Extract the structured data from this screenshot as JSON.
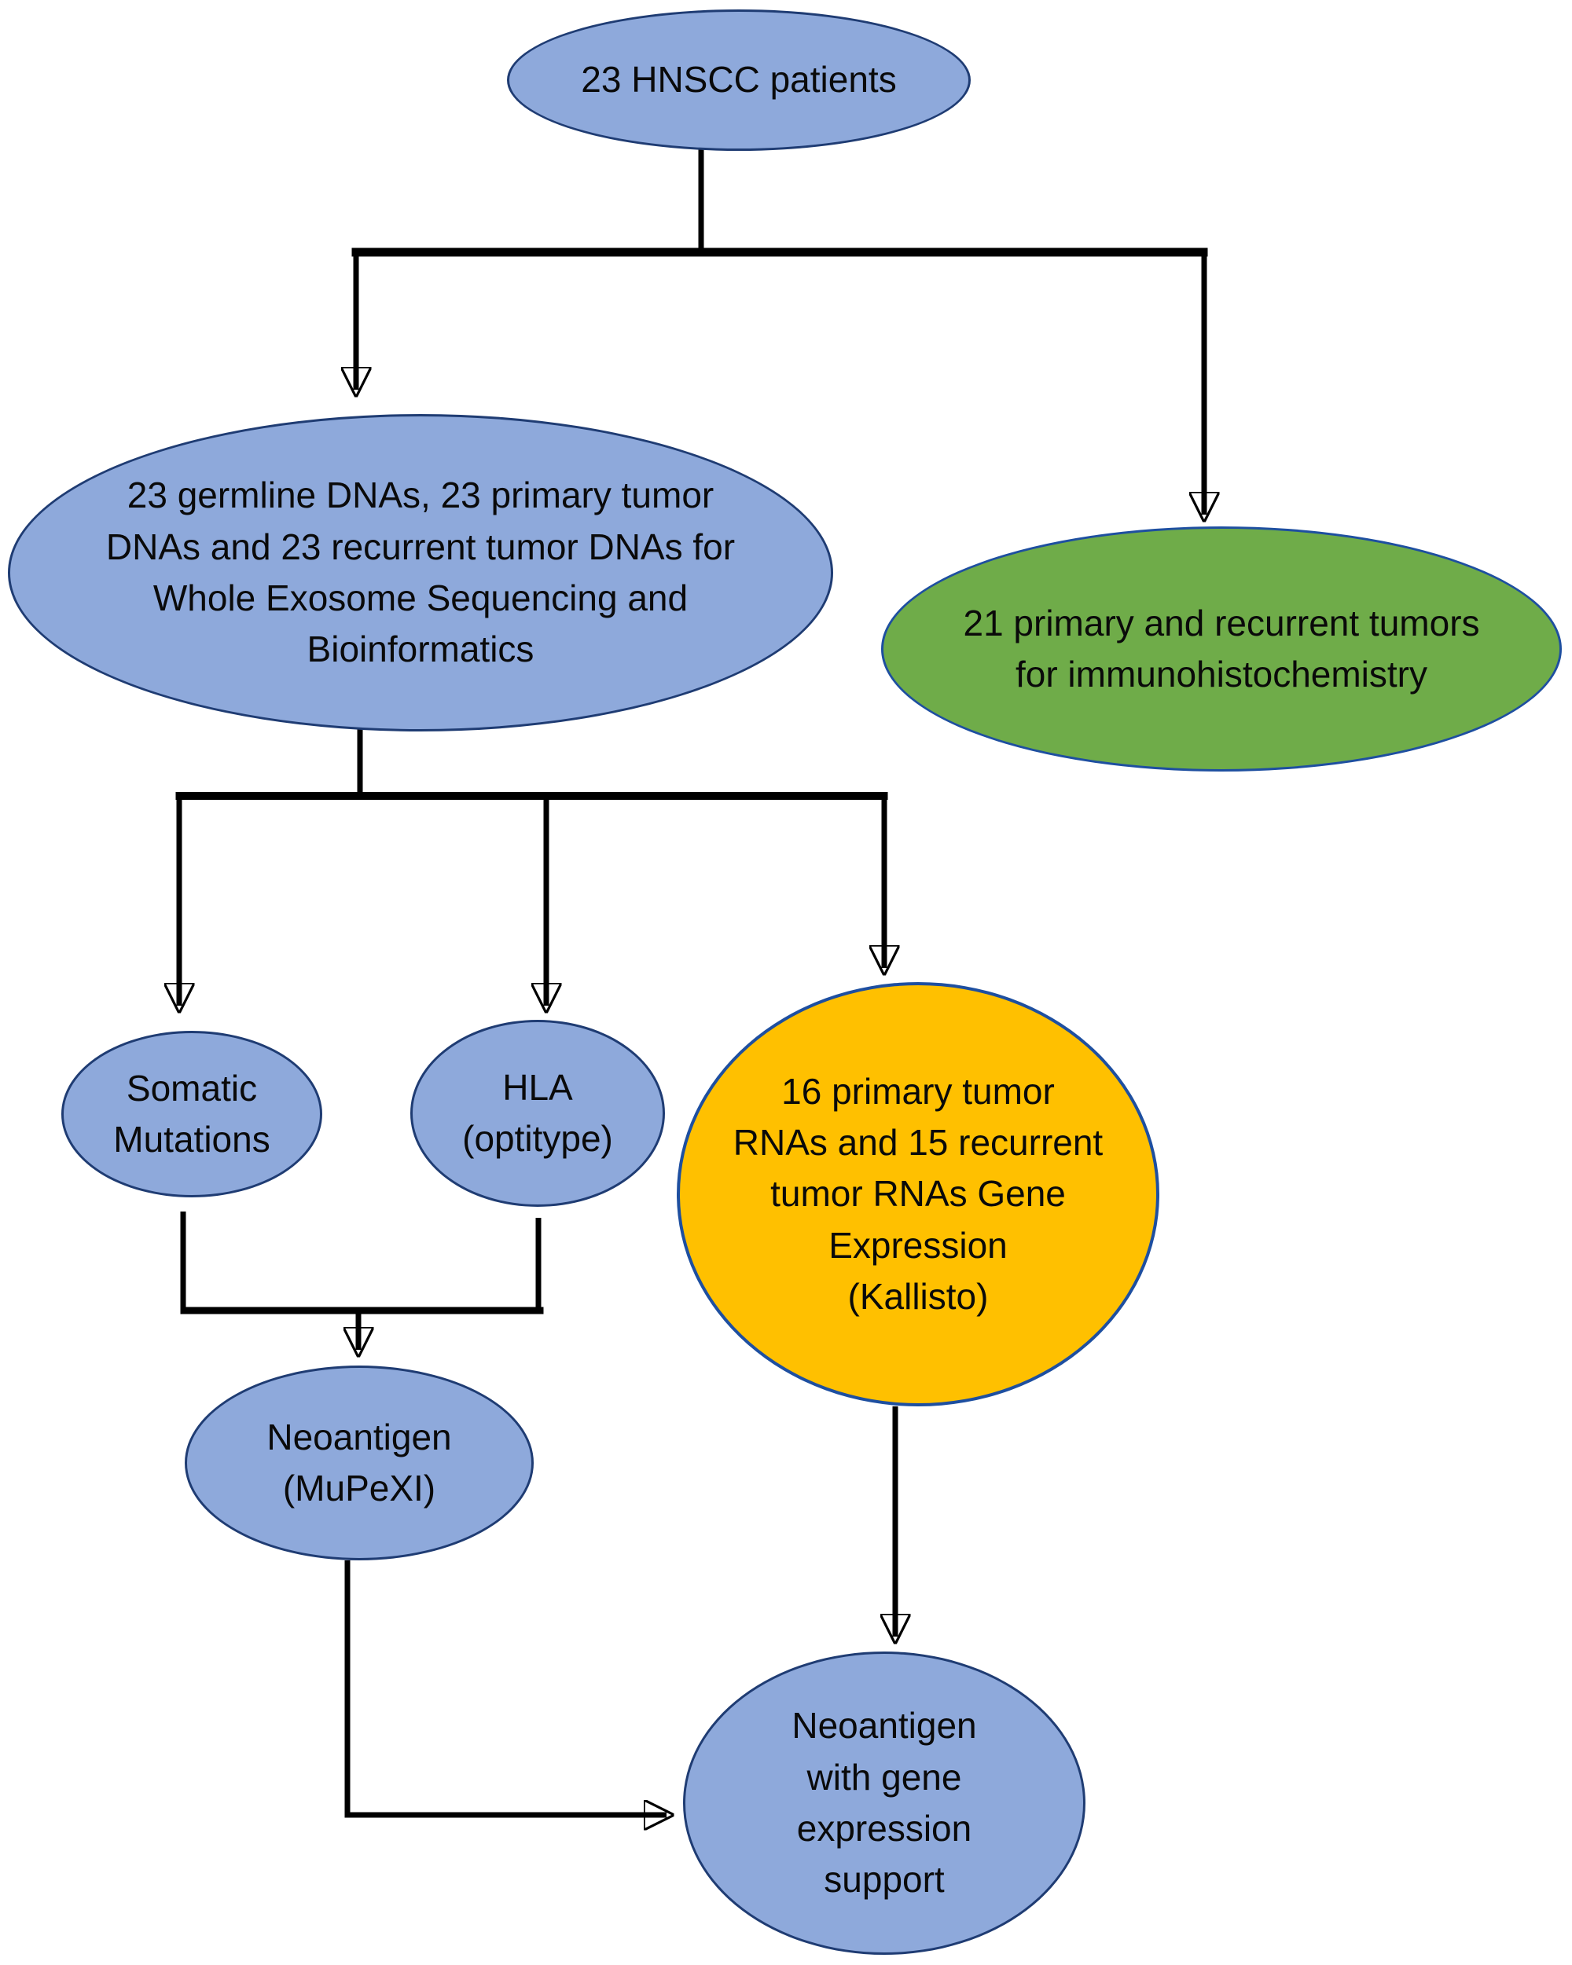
{
  "figure": {
    "description": "HNSCC patient study workflow flowchart",
    "background": "#FFFFFF",
    "connector_color": "#000000",
    "palette": {
      "blue_fill": "#8EA9DB",
      "blue_stroke": "#1F3C73",
      "green_fill": "#6FAC49",
      "green_stroke": "#1E4FA0",
      "yellow_fill": "#FFC000",
      "yellow_stroke": "#1E4FA0"
    },
    "nodes": {
      "patients": {
        "label": "23 HNSCC patients",
        "color": "blue"
      },
      "wes": {
        "label": "23 germline DNAs, 23 primary tumor\nDNAs and 23 recurrent tumor DNAs for\nWhole Exosome Sequencing and\nBioinformatics",
        "color": "blue"
      },
      "ihc": {
        "label": "21 primary and recurrent tumors\nfor immunohistochemistry",
        "color": "green"
      },
      "somatic": {
        "label": "Somatic\nMutations",
        "color": "blue"
      },
      "hla": {
        "label": "HLA\n(optitype)",
        "color": "blue"
      },
      "rna": {
        "label": "16 primary tumor\nRNAs and 15 recurrent\ntumor RNAs Gene\nExpression\n(Kallisto)",
        "color": "yellow"
      },
      "mupexi": {
        "label": "Neoantigen\n(MuPeXI)",
        "color": "blue"
      },
      "support": {
        "label": "Neoantigen\nwith gene\nexpression\nsupport",
        "color": "blue"
      }
    },
    "edges": [
      {
        "from": "patients",
        "to": "wes"
      },
      {
        "from": "patients",
        "to": "ihc"
      },
      {
        "from": "wes",
        "to": "somatic"
      },
      {
        "from": "wes",
        "to": "hla"
      },
      {
        "from": "wes",
        "to": "rna"
      },
      {
        "from": "somatic",
        "to": "mupexi"
      },
      {
        "from": "hla",
        "to": "mupexi"
      },
      {
        "from": "mupexi",
        "to": "support"
      },
      {
        "from": "rna",
        "to": "support"
      }
    ]
  }
}
